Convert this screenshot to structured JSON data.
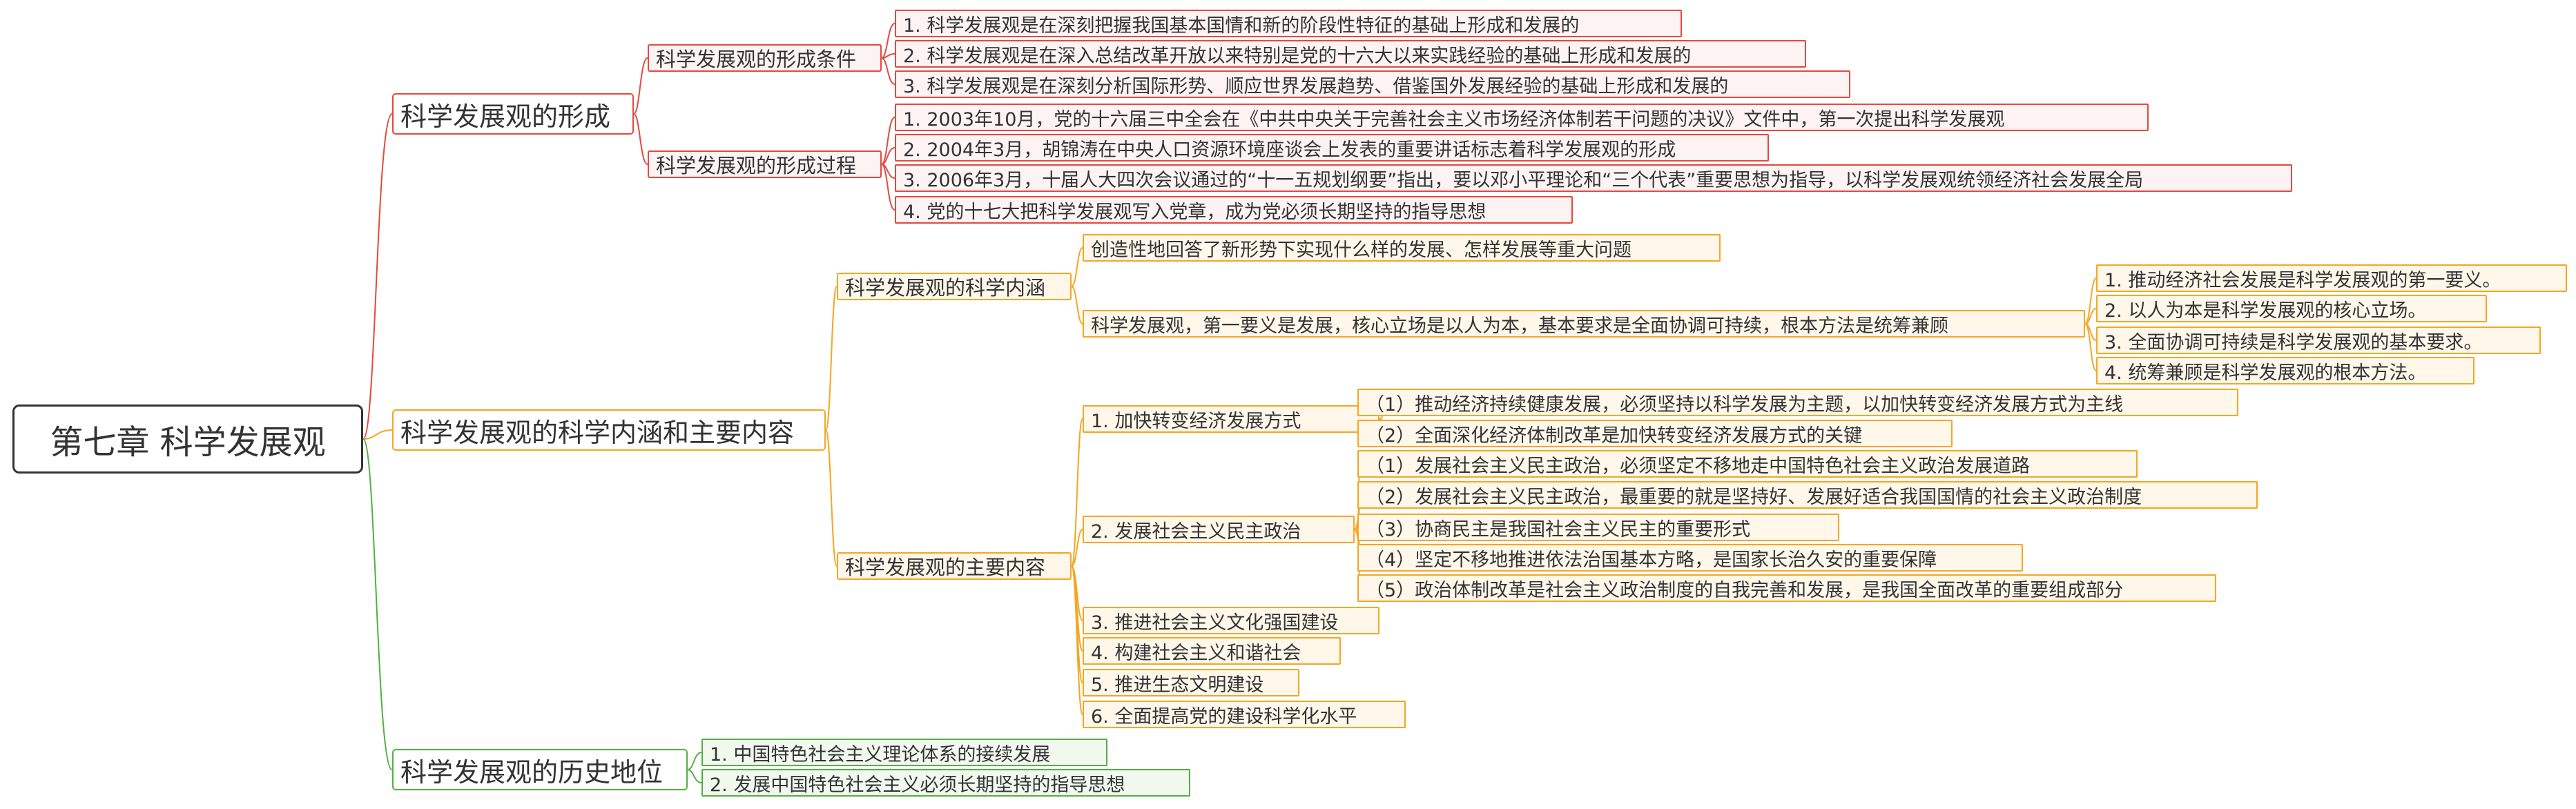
{
  "root": {
    "label": "第七章 科学发展观"
  },
  "colors": {
    "red": "#e5483e",
    "orange": "#f5a623",
    "green": "#52b043",
    "root": "#333333"
  },
  "branches": [
    {
      "label": "科学发展观的形成",
      "children": [
        {
          "label": "科学发展观的形成条件",
          "children": [
            {
              "label": "1. 科学发展观是在深刻把握我国基本国情和新的阶段性特征的基础上形成和发展的"
            },
            {
              "label": "2. 科学发展观是在深入总结改革开放以来特别是党的十六大以来实践经验的基础上形成和发展的"
            },
            {
              "label": "3. 科学发展观是在深刻分析国际形势、顺应世界发展趋势、借鉴国外发展经验的基础上形成和发展的"
            }
          ]
        },
        {
          "label": "科学发展观的形成过程",
          "children": [
            {
              "label": "1. 2003年10月，党的十六届三中全会在《中共中央关于完善社会主义市场经济体制若干问题的决议》文件中，第一次提出科学发展观"
            },
            {
              "label": "2. 2004年3月，胡锦涛在中央人口资源环境座谈会上发表的重要讲话标志着科学发展观的形成"
            },
            {
              "label": "3. 2006年3月，十届人大四次会议通过的“十一五规划纲要”指出，要以邓小平理论和“三个代表”重要思想为指导，以科学发展观统领经济社会发展全局"
            },
            {
              "label": "4. 党的十七大把科学发展观写入党章，成为党必须长期坚持的指导思想"
            }
          ]
        }
      ]
    },
    {
      "label": "科学发展观的科学内涵和主要内容",
      "children": [
        {
          "label": "科学发展观的科学内涵",
          "children": [
            {
              "label": "创造性地回答了新形势下实现什么样的发展、怎样发展等重大问题"
            },
            {
              "label": "科学发展观，第一要义是发展，核心立场是以人为本，基本要求是全面协调可持续，根本方法是统筹兼顾",
              "children": [
                {
                  "label": "1. 推动经济社会发展是科学发展观的第一要义。"
                },
                {
                  "label": "2. 以人为本是科学发展观的核心立场。"
                },
                {
                  "label": "3. 全面协调可持续是科学发展观的基本要求。"
                },
                {
                  "label": "4. 统筹兼顾是科学发展观的根本方法。"
                }
              ]
            }
          ]
        },
        {
          "label": "科学发展观的主要内容",
          "children": [
            {
              "label": "1. 加快转变经济发展方式",
              "children": [
                {
                  "label": "（1）推动经济持续健康发展，必须坚持以科学发展为主题，以加快转变经济发展方式为主线"
                },
                {
                  "label": "（2）全面深化经济体制改革是加快转变经济发展方式的关键"
                }
              ]
            },
            {
              "label": "2. 发展社会主义民主政治",
              "children": [
                {
                  "label": "（1）发展社会主义民主政治，必须坚定不移地走中国特色社会主义政治发展道路"
                },
                {
                  "label": "（2）发展社会主义民主政治，最重要的就是坚持好、发展好适合我国国情的社会主义政治制度"
                },
                {
                  "label": "（3）协商民主是我国社会主义民主的重要形式"
                },
                {
                  "label": "（4）坚定不移地推进依法治国基本方略，是国家长治久安的重要保障"
                },
                {
                  "label": "（5）政治体制改革是社会主义政治制度的自我完善和发展，是我国全面改革的重要组成部分"
                }
              ]
            },
            {
              "label": "3. 推进社会主义文化强国建设"
            },
            {
              "label": "4. 构建社会主义和谐社会"
            },
            {
              "label": "5. 推进生态文明建设"
            },
            {
              "label": "6. 全面提高党的建设科学化水平"
            }
          ]
        }
      ]
    },
    {
      "label": "科学发展观的历史地位",
      "children": [
        {
          "label": "1. 中国特色社会主义理论体系的接续发展"
        },
        {
          "label": "2. 发展中国特色社会主义必须长期坚持的指导思想"
        }
      ]
    }
  ]
}
